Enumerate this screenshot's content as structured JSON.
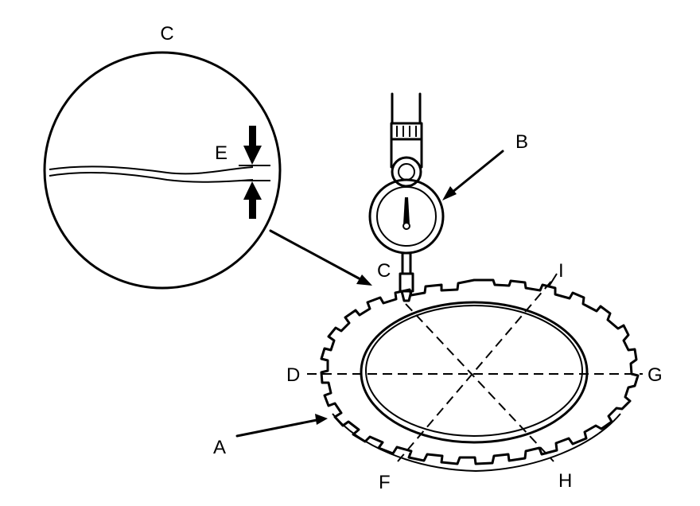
{
  "labels": {
    "a": "A",
    "b": "B",
    "c_detail": "C",
    "c_point": "C",
    "d": "D",
    "e": "E",
    "f": "F",
    "g": "G",
    "h": "H",
    "i": "I"
  },
  "colors": {
    "ink": "#000000",
    "background": "#ffffff"
  }
}
